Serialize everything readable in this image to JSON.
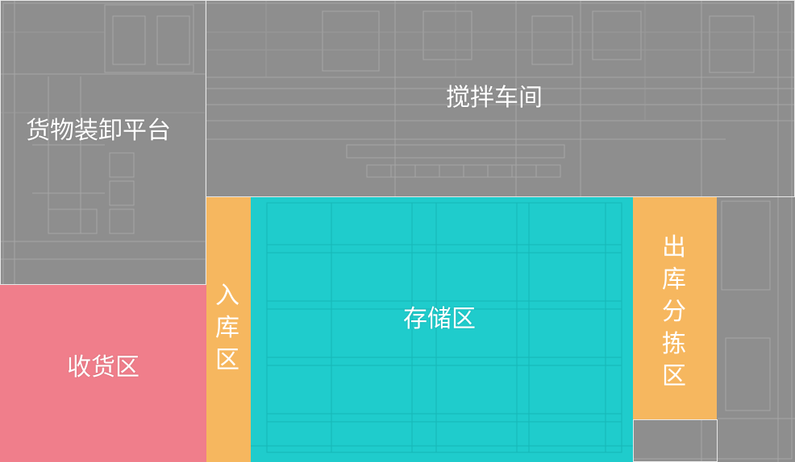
{
  "zones": {
    "loading_platform": {
      "label": "货物装卸平台",
      "color": "#8c8c8c"
    },
    "mixing_workshop": {
      "label": "搅拌车间",
      "color": "#8c8c8c"
    },
    "receiving": {
      "label": "收货区",
      "color": "#f07e8b"
    },
    "inbound": {
      "label": "入\n库\n区",
      "color": "#f6b75f"
    },
    "storage": {
      "label": "存储区",
      "color": "#1fcccc"
    },
    "outbound_sorting": {
      "label": "出\n库\n分\n拣\n区",
      "color": "#f6b75f"
    }
  }
}
